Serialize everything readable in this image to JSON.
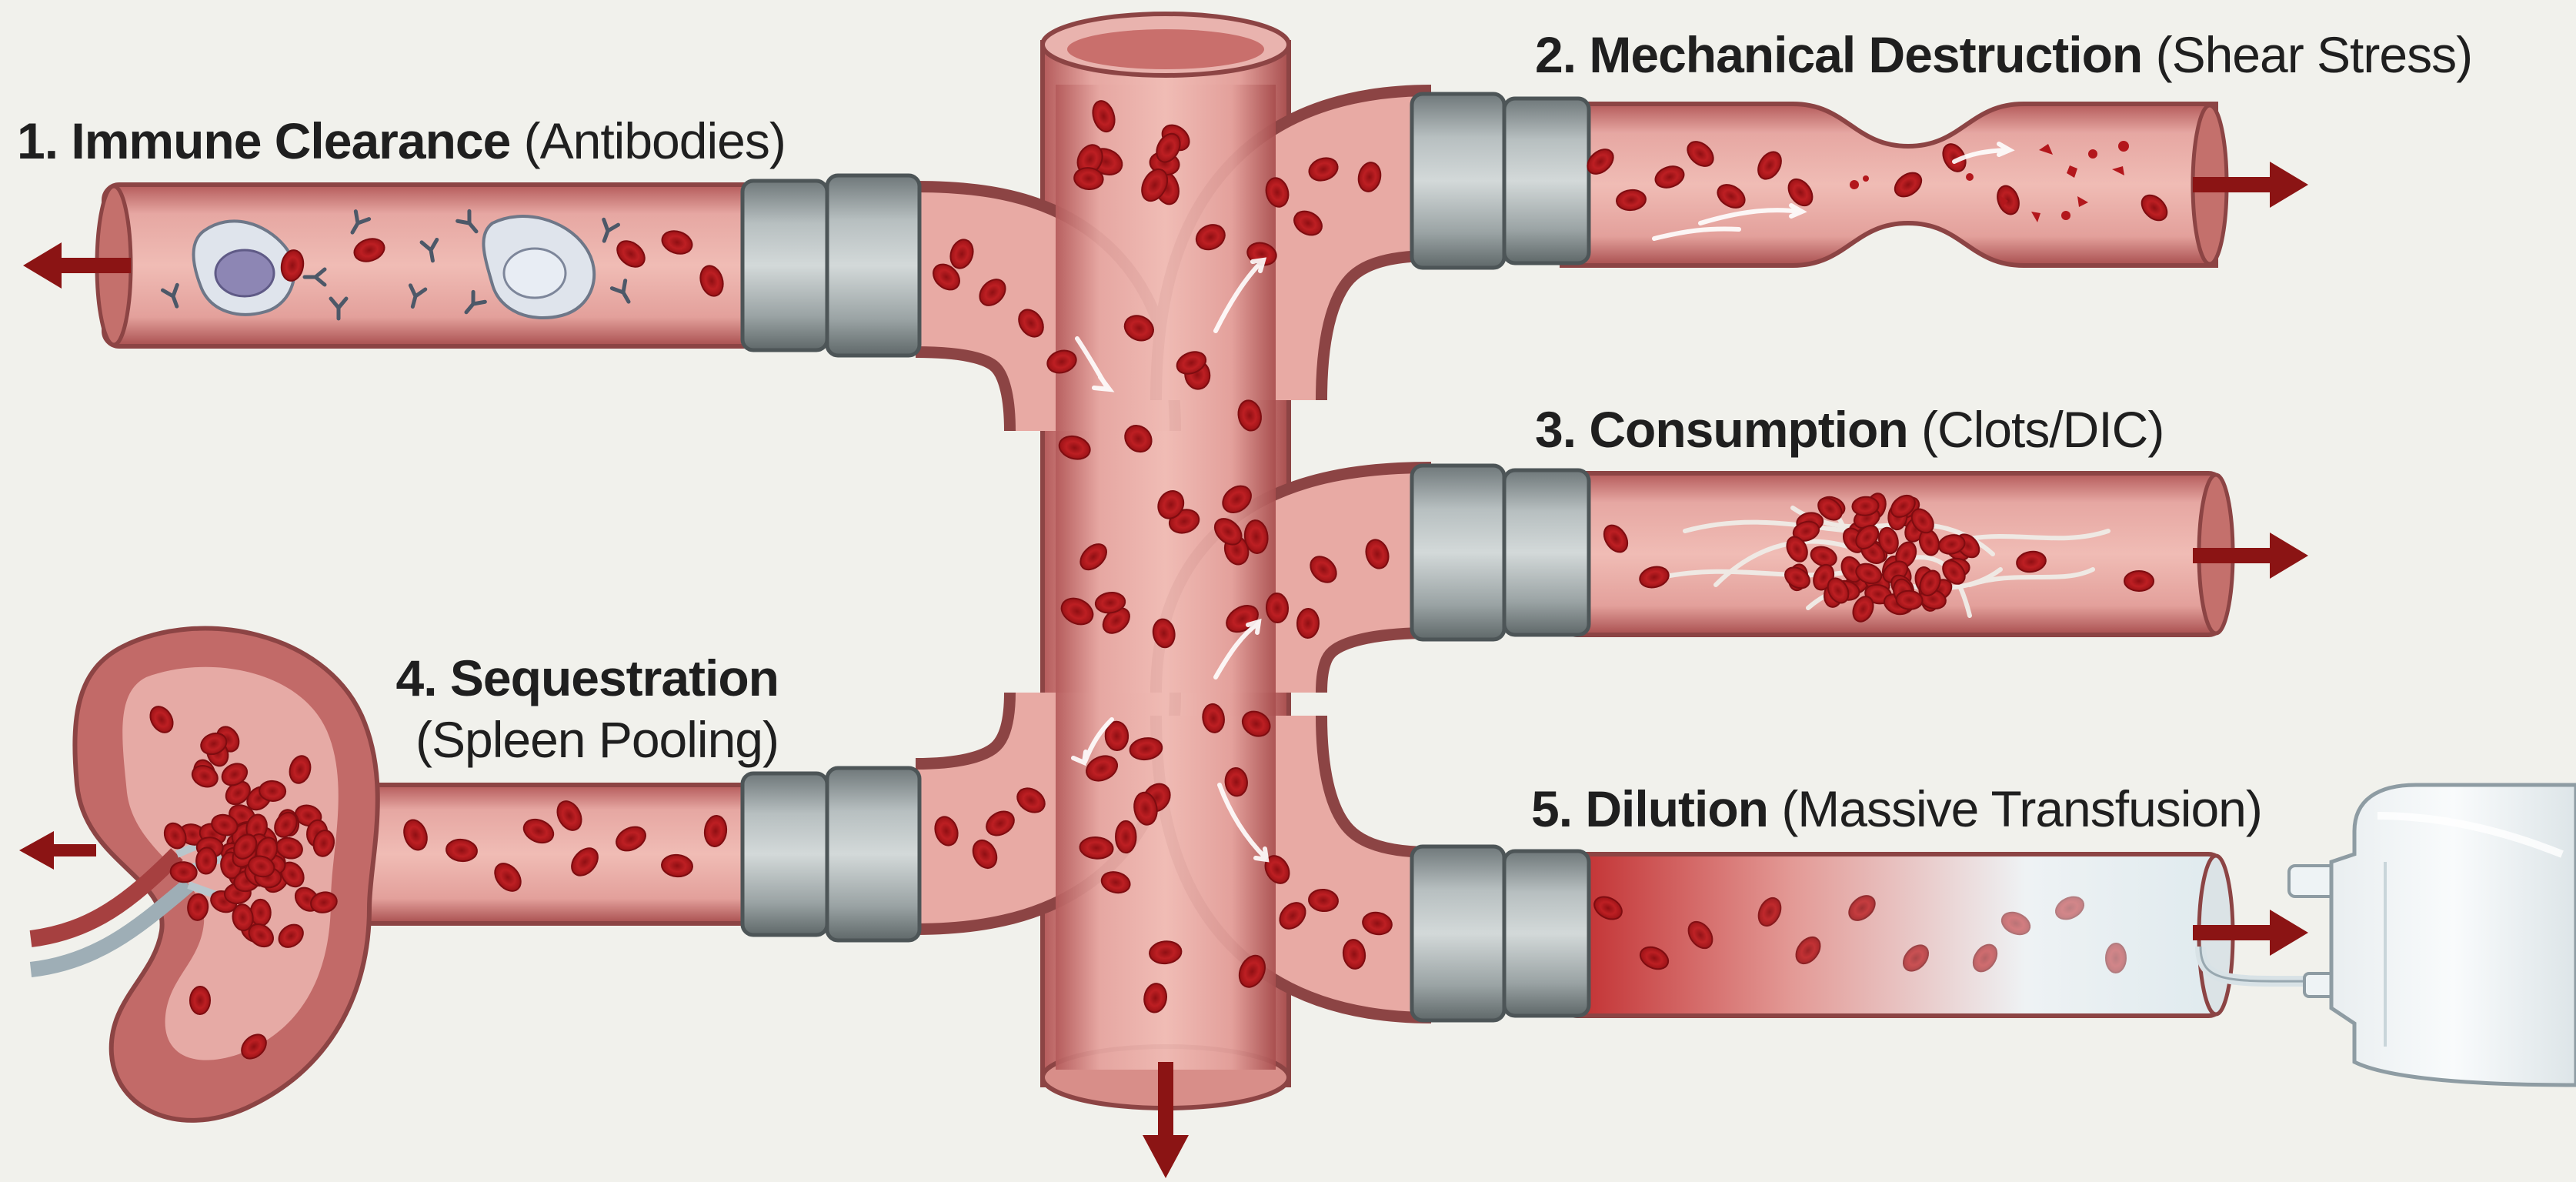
{
  "labels": [
    {
      "id": "immune",
      "title": "1. Immune Clearance",
      "subtitle": "(Antibodies)"
    },
    {
      "id": "mechanical",
      "title": "2. Mechanical Destruction",
      "subtitle": "(Shear Stress)"
    },
    {
      "id": "consumption",
      "title": "3. Consumption",
      "subtitle": "(Clots/DIC)"
    },
    {
      "id": "sequestration",
      "title": "4. Sequestration",
      "subtitle": "(Spleen Pooling)"
    },
    {
      "id": "dilution",
      "title": "5. Dilution",
      "subtitle": "(Massive Transfusion)"
    }
  ],
  "colors": {
    "background": "#f1f1ec",
    "vessel_wall": "#c97777",
    "blood": "#e9a9a4",
    "rbc": "#b3171c",
    "connector": "#8e9698",
    "arrow": "#8b1414",
    "fibrin": "#e8e4e0"
  }
}
